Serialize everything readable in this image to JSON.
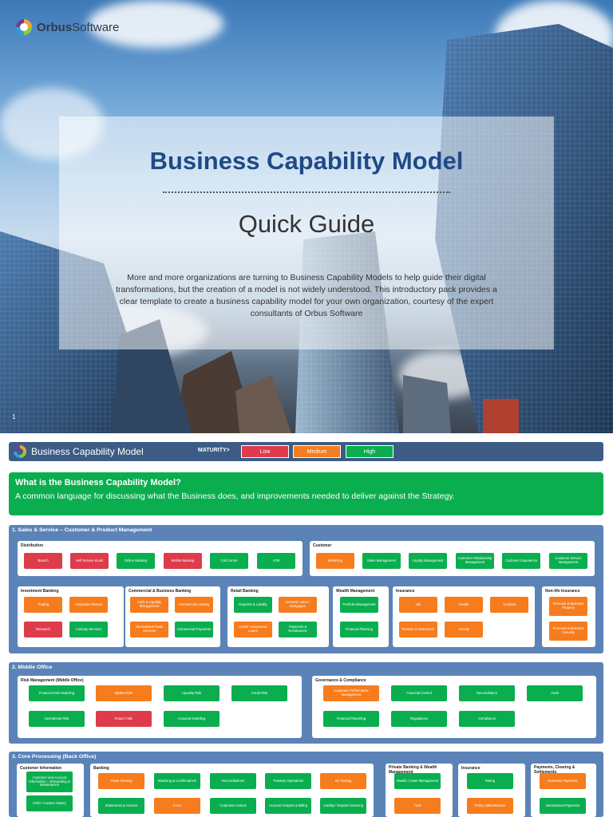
{
  "cover": {
    "logo_bold": "Orbus",
    "logo_rest": "Software",
    "title": "Business Capability Model",
    "subtitle": "Quick Guide",
    "intro": "More and more organizations are turning to Business Capability Models to help guide their digital transformations, but the creation of a model is not widely understood. This introductory pack provides a clear template to create a business capability model for your own organization, courtesy of the expert consultants of Orbus Software",
    "page_number": "1"
  },
  "bcm": {
    "title": "Business Capability Model",
    "maturity_label": "MATURITY>",
    "levels": [
      {
        "label": "Low",
        "color": "#de3c4b"
      },
      {
        "label": "Medium",
        "color": "#f67c1d"
      },
      {
        "label": "High",
        "color": "#0aae4f"
      }
    ],
    "what_title": "What is the Business Capability Model?",
    "what_desc": "A common language for discussing what the Business does, and improvements needed to deliver against the Strategy."
  },
  "sections": [
    {
      "title": "1. Sales & Service – Customer & Product Management",
      "groups": [
        {
          "title": "Distribution",
          "items": [
            {
              "label": "Branch",
              "level": "red"
            },
            {
              "label": "Self Service Kiosk",
              "level": "red"
            },
            {
              "label": "Online Banking",
              "level": "green"
            },
            {
              "label": "Mobile Banking",
              "level": "red"
            },
            {
              "label": "Call Centre",
              "level": "green"
            },
            {
              "label": "ATM",
              "level": "green"
            }
          ]
        },
        {
          "title": "Customer",
          "items": [
            {
              "label": "Marketing",
              "level": "orange"
            },
            {
              "label": "Sales Management",
              "level": "green"
            },
            {
              "label": "Loyalty Management",
              "level": "green"
            },
            {
              "label": "Customer Relationship Management",
              "level": "green"
            },
            {
              "label": "Customer Experience",
              "level": "green"
            },
            {
              "label": "Customer Service Management",
              "level": "green"
            }
          ]
        },
        {
          "title": "Investment Banking",
          "items": [
            {
              "label": "Trading",
              "level": "orange"
            },
            {
              "label": "Corporate Finance",
              "level": "orange"
            },
            {
              "label": "Research",
              "level": "red"
            },
            {
              "label": "Custody Services",
              "level": "green"
            }
          ]
        },
        {
          "title": "Commercial & Business Banking",
          "items": [
            {
              "label": "Cash & Liquidity Management",
              "level": "orange"
            },
            {
              "label": "Commercial Lending",
              "level": "orange"
            },
            {
              "label": "International Trade Services",
              "level": "orange"
            },
            {
              "label": "Commercial Payments",
              "level": "green"
            }
          ]
        },
        {
          "title": "Retail Banking",
          "items": [
            {
              "label": "Deposits & Liability",
              "level": "green"
            },
            {
              "label": "Secured Loans / Mortgages",
              "level": "orange"
            },
            {
              "label": "Cards / Unsecured Loans",
              "level": "orange"
            },
            {
              "label": "Payments & Remittances",
              "level": "green"
            }
          ]
        },
        {
          "title": "Wealth Management",
          "items": [
            {
              "label": "Portfolio Management",
              "level": "green"
            },
            {
              "label": "Financial Planning",
              "level": "green"
            }
          ]
        },
        {
          "title": "Insurance",
          "items": [
            {
              "label": "Life",
              "level": "orange"
            },
            {
              "label": "Health",
              "level": "orange"
            },
            {
              "label": "Accident",
              "level": "orange"
            },
            {
              "label": "Pension & Retirement",
              "level": "orange"
            },
            {
              "label": "Annuity",
              "level": "orange"
            }
          ]
        },
        {
          "title": "Non-life Insurance",
          "items": [
            {
              "label": "Personal & Business Property",
              "level": "orange"
            },
            {
              "label": "Personal & Business Casualty",
              "level": "orange"
            }
          ]
        }
      ]
    },
    {
      "title": "2. Middle Office",
      "groups": [
        {
          "title": "Risk Management (Middle Office)",
          "items": [
            {
              "label": "Financial Risk Modeling",
              "level": "green"
            },
            {
              "label": "Market Risk",
              "level": "orange"
            },
            {
              "label": "Liquidity Risk",
              "level": "green"
            },
            {
              "label": "Credit Risk",
              "level": "green"
            },
            {
              "label": "Operational Risk",
              "level": "green"
            },
            {
              "label": "Fraud / AML",
              "level": "red"
            },
            {
              "label": "Actuarial Modeling",
              "level": "green"
            }
          ]
        },
        {
          "title": "Governance & Compliance",
          "items": [
            {
              "label": "Corporate Performance Management",
              "level": "orange"
            },
            {
              "label": "Financial Control",
              "level": "green"
            },
            {
              "label": "Reconciliation",
              "level": "green"
            },
            {
              "label": "Audit",
              "level": "green"
            },
            {
              "label": "Financial Reporting",
              "level": "green"
            },
            {
              "label": "Regulations",
              "level": "green"
            },
            {
              "label": "Compliance",
              "level": "green"
            }
          ]
        }
      ]
    },
    {
      "title": "3. Core Processing (Back Office)",
      "groups": [
        {
          "title": "Customer Information",
          "items": [
            {
              "label": "Customer and Account Information – Onboarding & Maintenance",
              "level": "green"
            },
            {
              "label": "CRM / Contact History",
              "level": "green"
            }
          ]
        },
        {
          "title": "Banking",
          "items": [
            {
              "label": "Trade Clearing",
              "level": "orange"
            },
            {
              "label": "Matching & Confirmations",
              "level": "green"
            },
            {
              "label": "Reconciliations",
              "level": "green"
            },
            {
              "label": "Treasury Operations",
              "level": "green"
            },
            {
              "label": "GL Posting",
              "level": "orange"
            },
            {
              "label": "Statements & Advices",
              "level": "green"
            },
            {
              "label": "Forex",
              "level": "orange"
            },
            {
              "label": "Corporate Actions",
              "level": "green"
            },
            {
              "label": "Account Analysis & Billing",
              "level": "green"
            },
            {
              "label": "Liability / Deposit Servicing",
              "level": "green"
            }
          ]
        },
        {
          "title": "Private Banking & Wealth Management",
          "items": [
            {
              "label": "Wealth / Asset Management",
              "level": "green"
            },
            {
              "label": "Trust",
              "level": "orange"
            }
          ]
        },
        {
          "title": "Insurance",
          "items": [
            {
              "label": "Rating",
              "level": "green"
            },
            {
              "label": "Policy Administration",
              "level": "orange"
            }
          ]
        },
        {
          "title": "Payments, Clearing & Settlements",
          "items": [
            {
              "label": "Domestic Payments",
              "level": "orange"
            },
            {
              "label": "International Payments",
              "level": "green"
            }
          ]
        }
      ]
    }
  ]
}
